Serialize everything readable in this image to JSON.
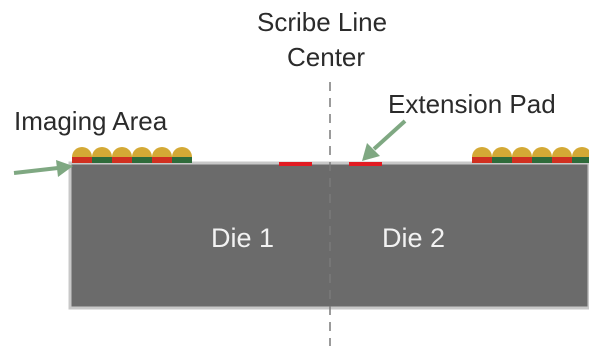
{
  "labels": {
    "scribe_line_1": "Scribe Line",
    "scribe_line_2": "Center",
    "imaging_area": "Imaging Area",
    "extension_pad": "Extension Pad",
    "die_1": "Die 1",
    "die_2": "Die 2"
  },
  "colors": {
    "die": "#6b6b6b",
    "die_edge": "#c8c8c8",
    "arrow": "#7fa882",
    "pad": "#e11b22",
    "lens": "#d4a935",
    "filter_red": "#d03020",
    "filter_green": "#2f6b3a",
    "scribe_line": "#7a7a7a"
  }
}
